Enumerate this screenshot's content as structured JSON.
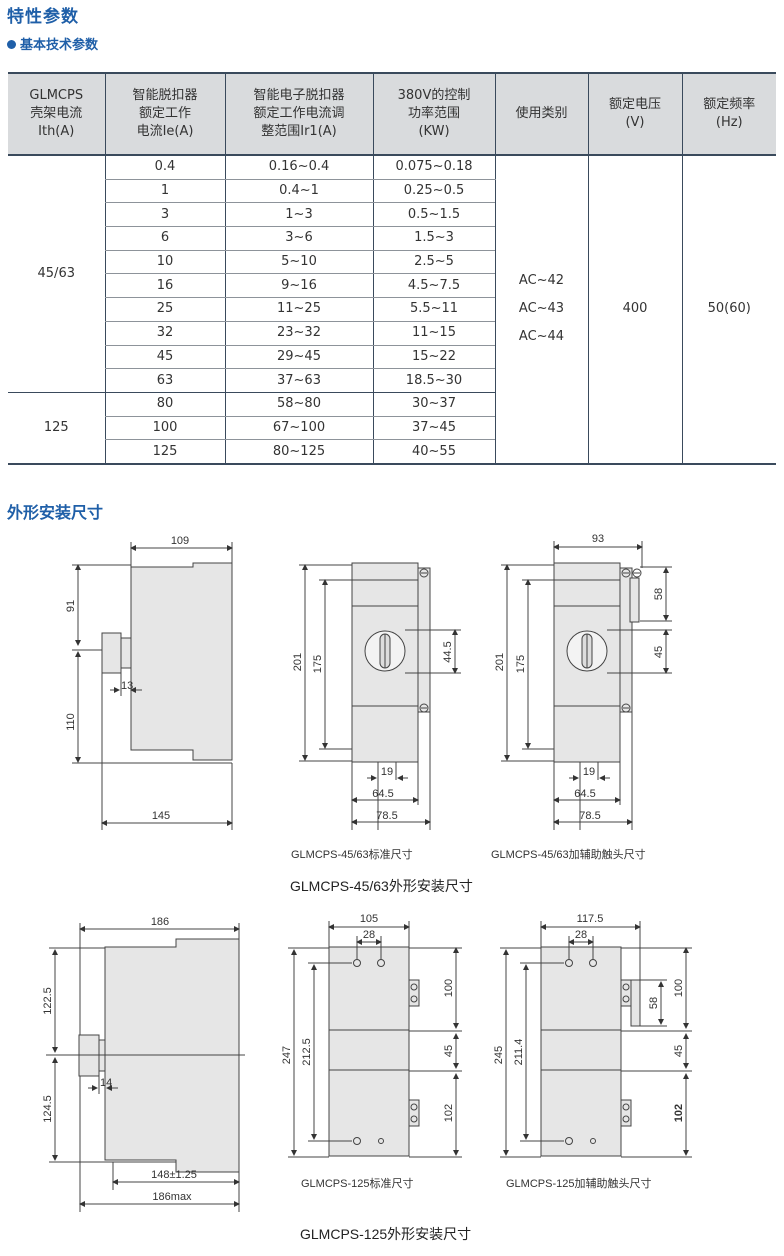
{
  "section1_title": "特性参数",
  "section1_subtitle": "基本技术参数",
  "table": {
    "headers": [
      "GLMCPS\n壳架电流\nIth(A)",
      "智能脱扣器\n额定工作\n电流Ie(A)",
      "智能电子脱扣器\n额定工作电流调\n整范围Ir1(A)",
      "380V的控制\n功率范围\n(KW)",
      "使用类别",
      "额定电压\n(V)",
      "额定频率\n(Hz)"
    ],
    "groups": [
      {
        "frame": "45/63",
        "rows": [
          [
            "0.4",
            "0.16~0.4",
            "0.075~0.18"
          ],
          [
            "1",
            "0.4~1",
            "0.25~0.5"
          ],
          [
            "3",
            "1~3",
            "0.5~1.5"
          ],
          [
            "6",
            "3~6",
            "1.5~3"
          ],
          [
            "10",
            "5~10",
            "2.5~5"
          ],
          [
            "16",
            "9~16",
            "4.5~7.5"
          ],
          [
            "25",
            "11~25",
            "5.5~11"
          ],
          [
            "32",
            "23~32",
            "11~15"
          ],
          [
            "45",
            "29~45",
            "15~22"
          ],
          [
            "63",
            "37~63",
            "18.5~30"
          ]
        ]
      },
      {
        "frame": "125",
        "rows": [
          [
            "80",
            "58~80",
            "30~37"
          ],
          [
            "100",
            "67~100",
            "37~45"
          ],
          [
            "125",
            "80~125",
            "40~55"
          ]
        ]
      }
    ],
    "use_category": [
      "AC~42",
      "AC~43",
      "AC~44"
    ],
    "rated_voltage": "400",
    "rated_frequency": "50(60)"
  },
  "section2_title": "外形安装尺寸",
  "drawings": {
    "row1": {
      "side": {
        "top": "109",
        "h_upper": "91",
        "h_lower": "110",
        "knob": "13",
        "bottom": "145"
      },
      "std": {
        "h_total": "201",
        "h_inner": "175",
        "h_window": "44.5",
        "w1": "19",
        "w2": "64.5",
        "w3": "78.5"
      },
      "aux": {
        "top": "93",
        "h_total": "201",
        "h_inner": "175",
        "h_aux": "58",
        "h_window": "45",
        "w1": "19",
        "w2": "64.5",
        "w3": "78.5"
      },
      "caption_std": "GLMCPS-45/63标准尺寸",
      "caption_aux": "GLMCPS-45/63加辅助触头尺寸",
      "caption_main": "GLMCPS-45/63外形安装尺寸"
    },
    "row2": {
      "side": {
        "top": "186",
        "h_upper": "122.5",
        "h_lower": "124.5",
        "knob": "14",
        "b1": "148±1.25",
        "b2": "186max"
      },
      "std": {
        "top": "105",
        "hole": "28",
        "h_total": "247",
        "h_inner": "212.5",
        "r1": "100",
        "r2": "45",
        "r3": "102"
      },
      "aux": {
        "top": "117.5",
        "hole": "28",
        "h_total": "245",
        "h_inner": "211.4",
        "h_aux": "58",
        "r1": "100",
        "r2": "45",
        "r3": "102"
      },
      "caption_std": "GLMCPS-125标准尺寸",
      "caption_aux": "GLMCPS-125加辅助触头尺寸",
      "caption_main": "GLMCPS-125外形安装尺寸"
    }
  },
  "colors": {
    "accent": "#1f5fa8",
    "header_bg": "#d9dbdd",
    "body_fill": "#e6e6e6",
    "line": "#3a4a5c"
  }
}
